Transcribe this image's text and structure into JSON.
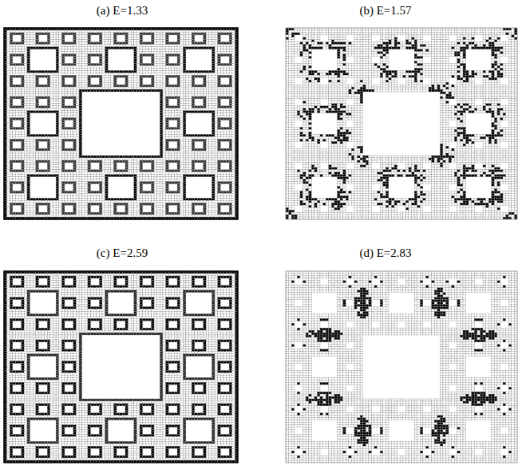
{
  "diagram": {
    "labels": [
      "(a) E=1.33",
      "(b) E=1.57",
      "(c) E=2.59",
      "(d) E=2.83"
    ]
  }
}
